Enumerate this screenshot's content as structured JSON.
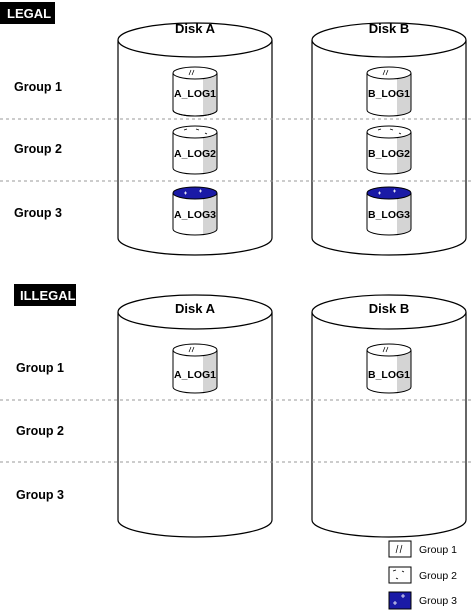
{
  "sections": [
    {
      "tag": "LEGAL",
      "groups": [
        "Group 1",
        "Group 2",
        "Group 3"
      ],
      "disks": [
        {
          "title": "Disk A",
          "logs": [
            {
              "label": "A_LOG1",
              "group": 1
            },
            {
              "label": "A_LOG2",
              "group": 2
            },
            {
              "label": "A_LOG3",
              "group": 3
            }
          ]
        },
        {
          "title": "Disk B",
          "logs": [
            {
              "label": "B_LOG1",
              "group": 1
            },
            {
              "label": "B_LOG2",
              "group": 2
            },
            {
              "label": "B_LOG3",
              "group": 3
            }
          ]
        }
      ]
    },
    {
      "tag": "ILLEGAL",
      "groups": [
        "Group 1",
        "Group 2",
        "Group 3"
      ],
      "disks": [
        {
          "title": "Disk A",
          "logs": [
            {
              "label": "A_LOG1",
              "group": 1
            }
          ]
        },
        {
          "title": "Disk B",
          "logs": [
            {
              "label": "B_LOG1",
              "group": 1
            }
          ]
        }
      ]
    }
  ],
  "legend": [
    {
      "label": "Group 1",
      "pattern": "slashes",
      "fill": "#ffffff"
    },
    {
      "label": "Group 2",
      "pattern": "dashes",
      "fill": "#ffffff"
    },
    {
      "label": "Group 3",
      "pattern": "plus",
      "fill": "#1a1aa6"
    }
  ],
  "colors": {
    "tag_background": "#000000",
    "group3_top": "#1a1aa6",
    "log_shade": "#d4d4d4",
    "divider": "#999999"
  }
}
